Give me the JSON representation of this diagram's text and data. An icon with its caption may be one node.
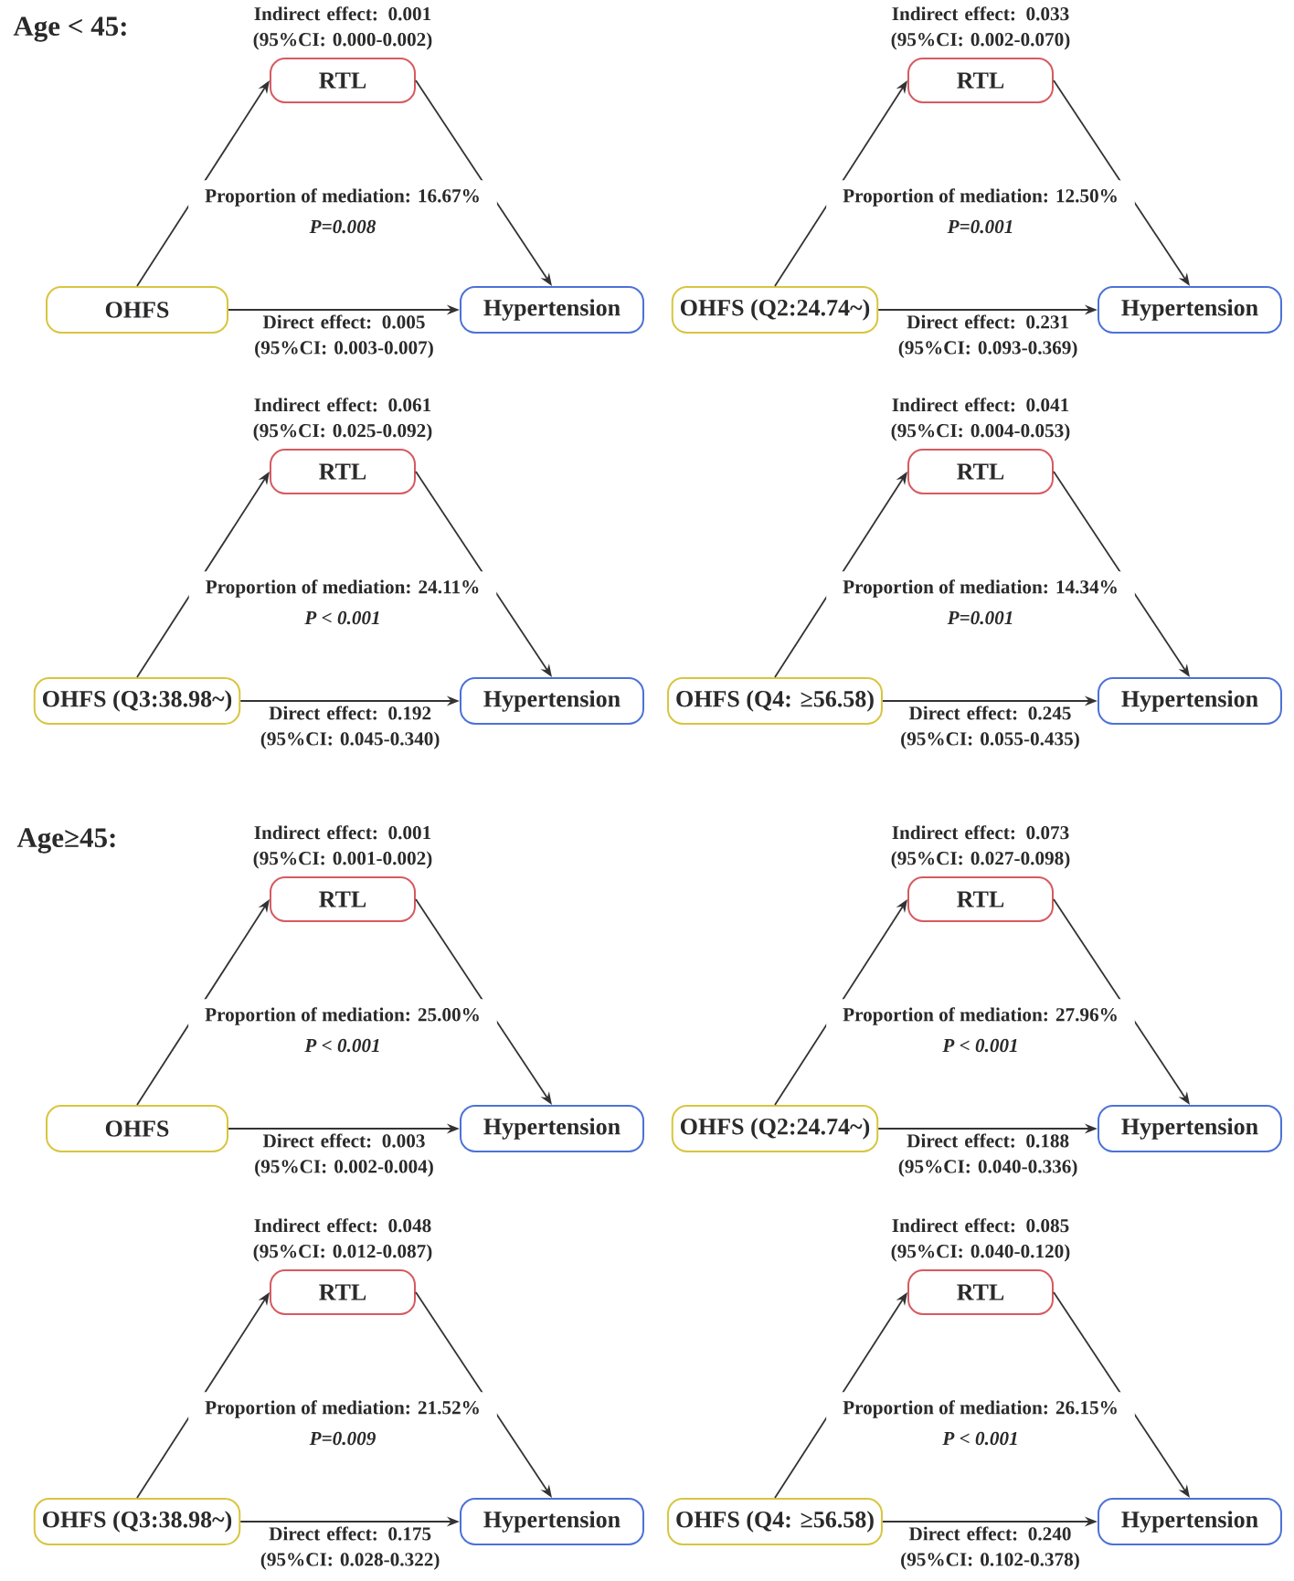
{
  "diagram": {
    "nodes": [
      {
        "text": [
          "RTL"
        ],
        "beside": [
          "Indirect effect: 0.001 (95%CI: 0.000-0.002)"
        ]
      },
      {
        "text": [
          "OHFS"
        ]
      },
      {
        "text": [
          "Hypertension"
        ]
      },
      {
        "text": [
          "RTL"
        ],
        "beside": [
          "Indirect effect: 0.033 (95%CI: 0.002-0.070)"
        ]
      },
      {
        "text": [
          "OHFS (Q2:24.74~)"
        ]
      },
      {
        "text": [
          "Hypertension"
        ]
      },
      {
        "text": [
          "RTL"
        ],
        "beside": [
          "Indirect effect: 0.061 (95%CI: 0.025-0.092)"
        ]
      },
      {
        "text": [
          "OHFS (Q3:38.98~)"
        ]
      },
      {
        "text": [
          "Hypertension"
        ]
      },
      {
        "text": [
          "RTL"
        ],
        "beside": [
          "Indirect effect: 0.041 (95%CI: 0.004-0.053)"
        ]
      },
      {
        "text": [
          "OHFS (Q4: ≥56.58)"
        ]
      },
      {
        "text": [
          "Hypertension"
        ]
      },
      {
        "text": [
          "RTL"
        ],
        "beside": [
          "Indirect effect: 0.001 (95%CI: 0.001-0.002)"
        ]
      },
      {
        "text": [
          "OHFS"
        ]
      },
      {
        "text": [
          "Hypertension"
        ]
      },
      {
        "text": [
          "RTL"
        ],
        "beside": [
          "Indirect effect: 0.073 (95%CI: 0.027-0.098)"
        ]
      },
      {
        "text": [
          "OHFS (Q2:24.74~)"
        ]
      },
      {
        "text": [
          "Hypertension"
        ]
      },
      {
        "text": [
          "RTL"
        ],
        "beside": [
          "Indirect effect: 0.048 (95%CI: 0.012-0.087)"
        ]
      },
      {
        "text": [
          "OHFS (Q3:38.98~)"
        ]
      },
      {
        "text": [
          "Hypertension"
        ]
      },
      {
        "text": [
          "RTL"
        ],
        "beside": [
          "Indirect effect: 0.085 (95%CI: 0.040-0.120)"
        ]
      },
      {
        "text": [
          "OHFS (Q4: ≥56.58)"
        ]
      },
      {
        "text": [
          "Hypertension"
        ]
      }
    ],
    "edges": [
      {
        "from": 1,
        "to": 0,
        "arrow": "to"
      },
      {
        "from": 0,
        "to": 2,
        "arrow": "to"
      },
      {
        "from": 1,
        "to": 2,
        "arrow": "to",
        "label": "Direct effect: 0.005 (95%CI: 0.003-0.007)"
      },
      {
        "from": 4,
        "to": 3,
        "arrow": "to"
      },
      {
        "from": 3,
        "to": 5,
        "arrow": "to"
      },
      {
        "from": 4,
        "to": 5,
        "arrow": "to",
        "label": "Direct effect: 0.231 (95%CI: 0.093-0.369)"
      },
      {
        "from": 7,
        "to": 6,
        "arrow": "to"
      },
      {
        "from": 6,
        "to": 8,
        "arrow": "to"
      },
      {
        "from": 7,
        "to": 8,
        "arrow": "to",
        "label": "Direct effect: 0.192 (95%CI: 0.045-0.340)"
      },
      {
        "from": 10,
        "to": 9,
        "arrow": "to"
      },
      {
        "from": 9,
        "to": 11,
        "arrow": "to"
      },
      {
        "from": 10,
        "to": 11,
        "arrow": "to",
        "label": "Direct effect: 0.245 (95%CI: 0.055-0.435)"
      },
      {
        "from": 13,
        "to": 12,
        "arrow": "to"
      },
      {
        "from": 12,
        "to": 14,
        "arrow": "to"
      },
      {
        "from": 13,
        "to": 14,
        "arrow": "to",
        "label": "Direct effect: 0.003 (95%CI: 0.002-0.004)"
      },
      {
        "from": 16,
        "to": 15,
        "arrow": "to"
      },
      {
        "from": 15,
        "to": 17,
        "arrow": "to"
      },
      {
        "from": 16,
        "to": 17,
        "arrow": "to",
        "label": "Direct effect: 0.188 (95%CI: 0.040-0.336)"
      },
      {
        "from": 19,
        "to": 18,
        "arrow": "to"
      },
      {
        "from": 18,
        "to": 20,
        "arrow": "to"
      },
      {
        "from": 19,
        "to": 20,
        "arrow": "to",
        "label": "Direct effect: 0.175 (95%CI: 0.028-0.322)"
      },
      {
        "from": 22,
        "to": 21,
        "arrow": "to"
      },
      {
        "from": 21,
        "to": 23,
        "arrow": "to"
      },
      {
        "from": 22,
        "to": 23,
        "arrow": "to",
        "label": "Direct effect: 0.240 (95%CI: 0.102-0.378)"
      }
    ],
    "labels": [
      "Age < 45:",
      "Proportion of mediation: 16.67%",
      "P=0.008",
      "Proportion of mediation: 12.50%",
      "P=0.001",
      "Proportion of mediation: 24.11%",
      "P < 0.001",
      "Proportion of mediation: 14.34%",
      "P=0.001",
      "Age≥45:",
      "Proportion of mediation: 25.00%",
      "P < 0.001",
      "Proportion of mediation: 27.96%",
      "P < 0.001",
      "Proportion of mediation: 21.52%",
      "P=0.009",
      "Proportion of mediation: 26.15%",
      "P < 0.001"
    ]
  }
}
